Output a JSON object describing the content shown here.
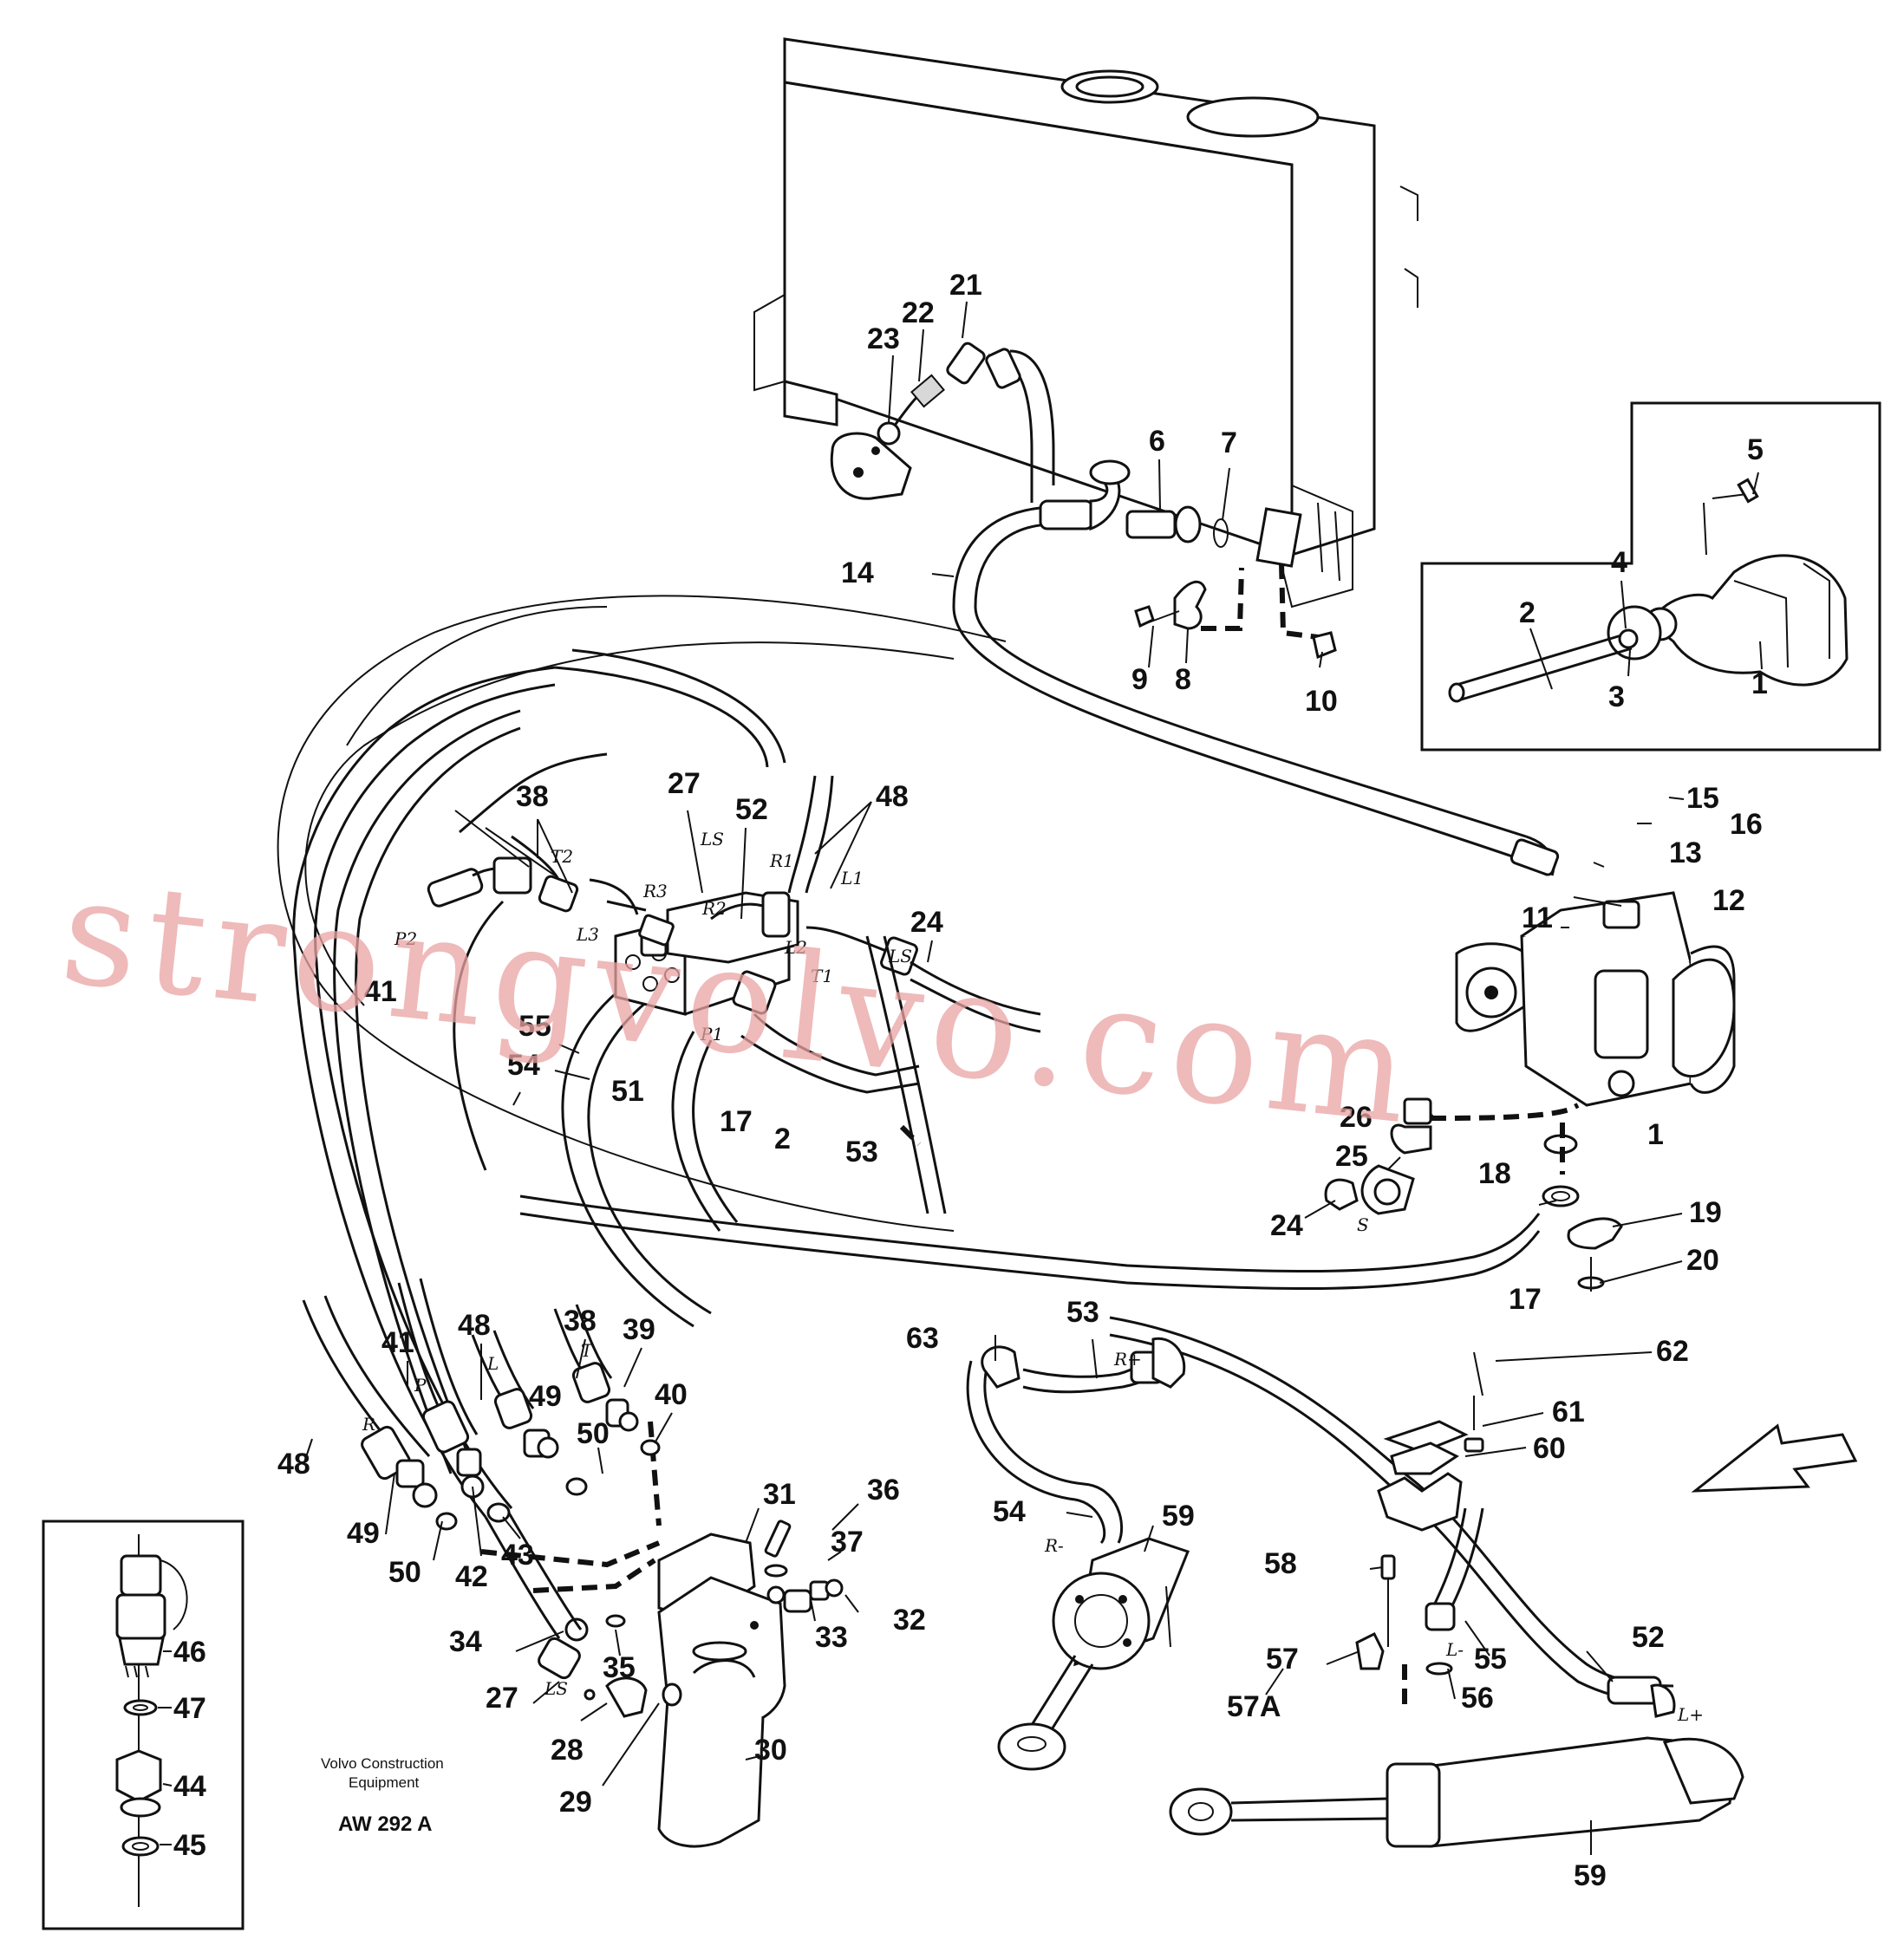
{
  "watermark": "strongvolvo.com",
  "credit": {
    "line1": "Volvo Construction",
    "line2": "Equipment",
    "code": "AW 292 A"
  },
  "callouts": [
    "21",
    "22",
    "23",
    "6",
    "7",
    "5",
    "4",
    "2",
    "3",
    "1",
    "14",
    "9",
    "8",
    "10",
    "15",
    "16",
    "13",
    "12",
    "11",
    "1",
    "38",
    "27",
    "52",
    "48",
    "24",
    "41",
    "55",
    "54",
    "51",
    "17",
    "2",
    "53",
    "26",
    "25",
    "18",
    "19",
    "24",
    "20",
    "17",
    "63",
    "53",
    "62",
    "38",
    "41",
    "48",
    "39",
    "40",
    "49",
    "50",
    "61",
    "60",
    "48",
    "49",
    "50",
    "42",
    "43",
    "31",
    "36",
    "37",
    "32",
    "33",
    "34",
    "35",
    "54",
    "59",
    "58",
    "55",
    "57",
    "56",
    "52",
    "57A",
    "27",
    "28",
    "29",
    "30",
    "46",
    "47",
    "44",
    "45",
    "59"
  ],
  "ports": [
    "T2",
    "LS",
    "R1",
    "L1",
    "R3",
    "R2",
    "L3",
    "P2",
    "L2",
    "T1",
    "P1",
    "LS",
    "S",
    "R",
    "P",
    "L",
    "T",
    "R+",
    "R-",
    "L-",
    "L+",
    "LS"
  ]
}
